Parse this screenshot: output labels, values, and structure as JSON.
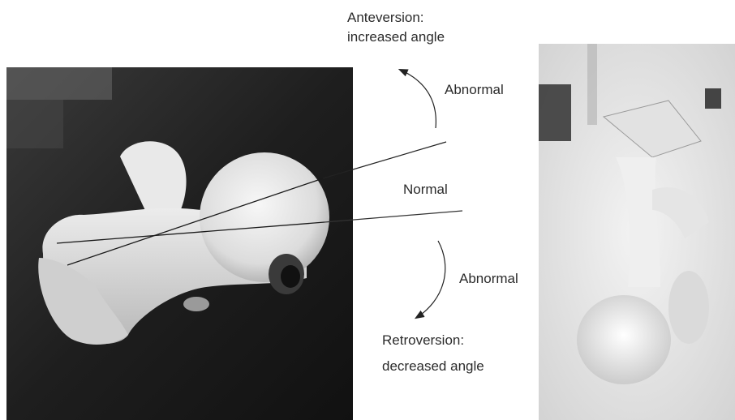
{
  "labels": {
    "anteversion_line1": "Anteversion:",
    "anteversion_line2": "increased angle",
    "abnormal_top": "Abnormal",
    "normal": "Normal",
    "abnormal_bottom": "Abnormal",
    "retroversion_line1": "Retroversion:",
    "retroversion_line2": "decreased angle"
  },
  "colors": {
    "text": "#2b2b2b",
    "line": "#222222",
    "dark_background": "#1a1a1a",
    "bone": "#e8e8e8"
  }
}
